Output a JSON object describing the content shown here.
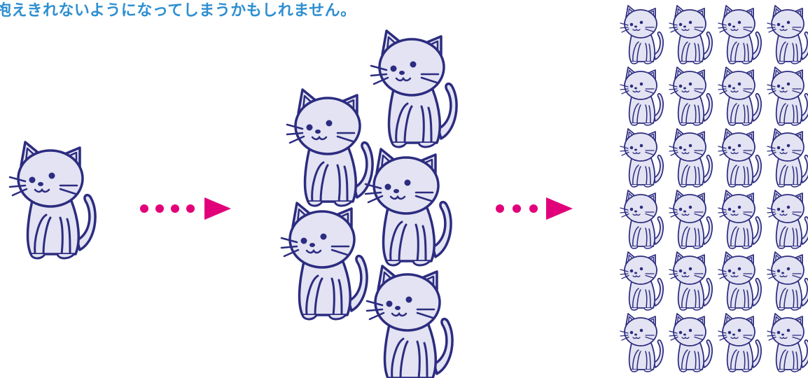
{
  "caption": "抱えきれないようになってしまうかもしれません。",
  "colors": {
    "caption_text": "#2e8fd0",
    "cat_fill": "#e3e3f3",
    "cat_outline": "#2c2c80",
    "arrow": "#e2007a"
  },
  "stages": [
    {
      "name": "one-cat",
      "cat_count": 1
    },
    {
      "name": "five-cats",
      "cat_count": 5
    },
    {
      "name": "many-cats",
      "cat_count": 24
    }
  ],
  "arrows": [
    {
      "name": "arrow-1",
      "dots": 4
    },
    {
      "name": "arrow-2",
      "dots": 3
    }
  ]
}
